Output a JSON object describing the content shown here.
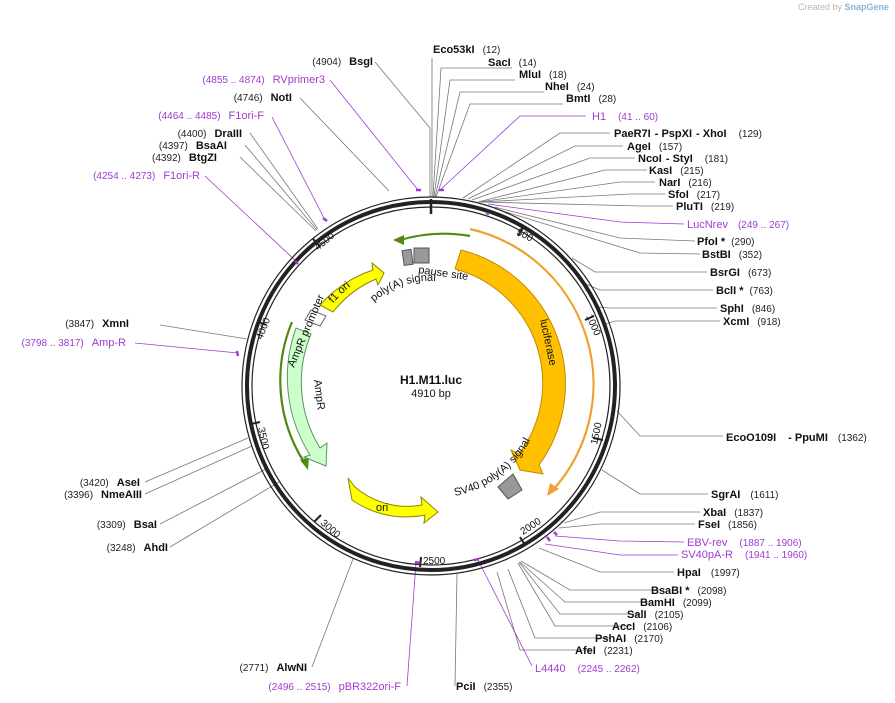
{
  "watermark": {
    "prefix": "Created by",
    "brand": "SnapGene"
  },
  "plasmid": {
    "name": "H1.M11.luc",
    "size_label": "4910 bp",
    "length": 4910
  },
  "ticks": [
    "500",
    "1000",
    "1500",
    "2000",
    "2500",
    "3000",
    "3500",
    "4000",
    "4500"
  ],
  "features": [
    {
      "name": "luciferase",
      "color": "#ffc000"
    },
    {
      "name": "SV40 poly(A) signal",
      "color": "#999999"
    },
    {
      "name": "ori",
      "color": "#ffff00"
    },
    {
      "name": "AmpR",
      "color": "#ccffcc"
    },
    {
      "name": "AmpR promoter",
      "color": "#ffffff"
    },
    {
      "name": "f1 ori",
      "color": "#ffff00"
    },
    {
      "name": "poly(A) signal",
      "color": "#999999"
    },
    {
      "name": "pause site",
      "color": "#999999"
    }
  ],
  "right_labels": [
    {
      "name": "Eco53kI",
      "pos": "(12)",
      "kind": "enzyme"
    },
    {
      "name": "SacI",
      "pos": "(14)",
      "kind": "enzyme"
    },
    {
      "name": "MluI",
      "pos": "(18)",
      "kind": "enzyme"
    },
    {
      "name": "NheI",
      "pos": "(24)",
      "kind": "enzyme"
    },
    {
      "name": "BmtI",
      "pos": "(28)",
      "kind": "enzyme"
    },
    {
      "name": "H1",
      "pos": "(41 .. 60)",
      "kind": "primer"
    },
    {
      "name": "PaeR7I",
      "name2": "PspXI",
      "name3": "XhoI",
      "pos": "(129)",
      "kind": "enzyme"
    },
    {
      "name": "AgeI",
      "pos": "(157)",
      "kind": "enzyme"
    },
    {
      "name": "NcoI",
      "name2": "StyI",
      "pos": "(181)",
      "kind": "enzyme"
    },
    {
      "name": "KasI",
      "pos": "(215)",
      "kind": "enzyme"
    },
    {
      "name": "NarI",
      "pos": "(216)",
      "kind": "enzyme"
    },
    {
      "name": "SfoI",
      "pos": "(217)",
      "kind": "enzyme"
    },
    {
      "name": "PluTI",
      "pos": "(219)",
      "kind": "enzyme"
    },
    {
      "name": "LucNrev",
      "pos": "(249 .. 267)",
      "kind": "primer"
    },
    {
      "name": "PfoI *",
      "pos": "(290)",
      "kind": "enzyme"
    },
    {
      "name": "BstBI",
      "pos": "(352)",
      "kind": "enzyme"
    },
    {
      "name": "BsrGI",
      "pos": "(673)",
      "kind": "enzyme"
    },
    {
      "name": "BclI *",
      "pos": "(763)",
      "kind": "enzyme"
    },
    {
      "name": "SphI",
      "pos": "(846)",
      "kind": "enzyme"
    },
    {
      "name": "XcmI",
      "pos": "(918)",
      "kind": "enzyme"
    },
    {
      "name": "EcoO109I",
      "name2": "PpuMI",
      "pos": "(1362)",
      "kind": "enzyme"
    },
    {
      "name": "SgrAI",
      "pos": "(1611)",
      "kind": "enzyme"
    },
    {
      "name": "XbaI",
      "pos": "(1837)",
      "kind": "enzyme"
    },
    {
      "name": "FseI",
      "pos": "(1856)",
      "kind": "enzyme"
    },
    {
      "name": "EBV-rev",
      "pos": "(1887 .. 1906)",
      "kind": "primer"
    },
    {
      "name": "SV40pA-R",
      "pos": "(1941 .. 1960)",
      "kind": "primer"
    },
    {
      "name": "HpaI",
      "pos": "(1997)",
      "kind": "enzyme"
    },
    {
      "name": "BsaBI *",
      "pos": "(2098)",
      "kind": "enzyme"
    },
    {
      "name": "BamHI",
      "pos": "(2099)",
      "kind": "enzyme"
    },
    {
      "name": "SalI",
      "pos": "(2105)",
      "kind": "enzyme"
    },
    {
      "name": "AccI",
      "pos": "(2106)",
      "kind": "enzyme"
    },
    {
      "name": "PshAI",
      "pos": "(2170)",
      "kind": "enzyme"
    },
    {
      "name": "AfeI",
      "pos": "(2231)",
      "kind": "enzyme"
    },
    {
      "name": "L4440",
      "pos": "(2245 .. 2262)",
      "kind": "primer"
    },
    {
      "name": "PciI",
      "pos": "(2355)",
      "kind": "enzyme"
    }
  ],
  "left_labels": [
    {
      "name": "BsgI",
      "pos": "(4904)",
      "kind": "enzyme"
    },
    {
      "name": "RVprimer3",
      "pos": "(4855 .. 4874)",
      "kind": "primer"
    },
    {
      "name": "NotI",
      "pos": "(4746)",
      "kind": "enzyme"
    },
    {
      "name": "F1ori-F",
      "pos": "(4464 .. 4485)",
      "kind": "primer"
    },
    {
      "name": "DraIII",
      "pos": "(4400)",
      "kind": "enzyme"
    },
    {
      "name": "BsaAI",
      "pos": "(4397)",
      "kind": "enzyme"
    },
    {
      "name": "BtgZI",
      "pos": "(4392)",
      "kind": "enzyme"
    },
    {
      "name": "F1ori-R",
      "pos": "(4254 .. 4273)",
      "kind": "primer"
    },
    {
      "name": "XmnI",
      "pos": "(3847)",
      "kind": "enzyme"
    },
    {
      "name": "Amp-R",
      "pos": "(3798 .. 3817)",
      "kind": "primer"
    },
    {
      "name": "AseI",
      "pos": "(3420)",
      "kind": "enzyme"
    },
    {
      "name": "NmeAIII",
      "pos": "(3396)",
      "kind": "enzyme"
    },
    {
      "name": "BsaI",
      "pos": "(3309)",
      "kind": "enzyme"
    },
    {
      "name": "AhdI",
      "pos": "(3248)",
      "kind": "enzyme"
    },
    {
      "name": "AlwNI",
      "pos": "(2771)",
      "kind": "enzyme"
    },
    {
      "name": "pBR322ori-F",
      "pos": "(2496 .. 2515)",
      "kind": "primer"
    }
  ]
}
